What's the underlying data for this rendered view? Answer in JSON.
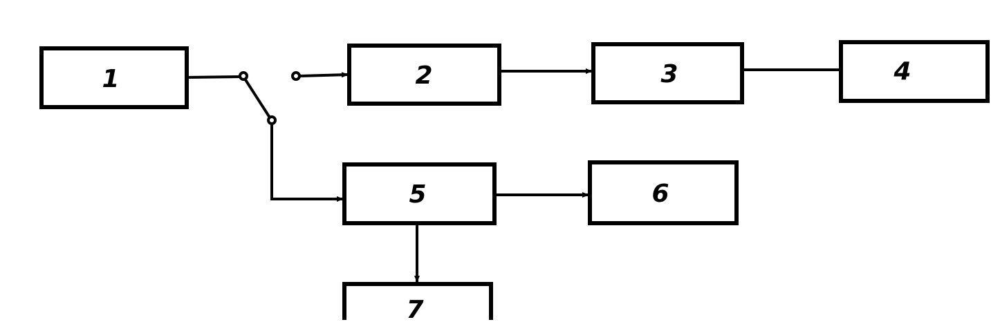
{
  "diagram": {
    "blocks": [
      {
        "id": "1",
        "label": "1"
      },
      {
        "id": "2",
        "label": "2"
      },
      {
        "id": "3",
        "label": "3"
      },
      {
        "id": "4",
        "label": "4"
      },
      {
        "id": "5",
        "label": "5"
      },
      {
        "id": "6",
        "label": "6"
      },
      {
        "id": "7",
        "label": "7"
      }
    ],
    "connections": [
      {
        "from": "1",
        "to": "switch",
        "arrow": false
      },
      {
        "from": "switch",
        "to": "5",
        "arrow": true
      },
      {
        "from": "input-terminal",
        "to": "2",
        "arrow": true
      },
      {
        "from": "2",
        "to": "3",
        "arrow": true
      },
      {
        "from": "3",
        "to": "4",
        "arrow": false
      },
      {
        "from": "5",
        "to": "6",
        "arrow": true
      },
      {
        "from": "5",
        "to": "7",
        "arrow": true
      }
    ]
  }
}
